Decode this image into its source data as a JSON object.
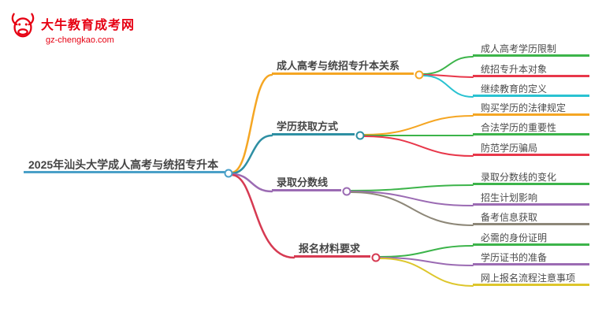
{
  "logo": {
    "title": "大牛教育成考网",
    "subtitle": "gz-chengkao.com",
    "color": "#e60012"
  },
  "central": {
    "label": "2025年汕头大学成人高考与统招专升本",
    "color": "#4aa0c8"
  },
  "branches": [
    {
      "label": "成人高考与统招专升本关系",
      "color": "#f5a623",
      "children": [
        {
          "label": "成人高考学历限制",
          "color": "#3cb44a"
        },
        {
          "label": "统招专升本对象",
          "color": "#e8374a"
        },
        {
          "label": "继续教育的定义",
          "color": "#29c2d1"
        }
      ]
    },
    {
      "label": "学历获取方式",
      "color": "#2e8fa3",
      "children": [
        {
          "label": "购买学历的法律规定",
          "color": "#f5a623"
        },
        {
          "label": "合法学历的重要性",
          "color": "#3cb44a"
        },
        {
          "label": "防范学历骗局",
          "color": "#e8374a"
        }
      ]
    },
    {
      "label": "录取分数线",
      "color": "#9b6bb3",
      "children": [
        {
          "label": "录取分数线的变化",
          "color": "#3cb44a"
        },
        {
          "label": "招生计划影响",
          "color": "#9b6bb3"
        },
        {
          "label": "备考信息获取",
          "color": "#8d8778"
        }
      ]
    },
    {
      "label": "报名材料要求",
      "color": "#d63a52",
      "children": [
        {
          "label": "必需的身份证明",
          "color": "#3cb44a"
        },
        {
          "label": "学历证书的准备",
          "color": "#9b6bb3"
        },
        {
          "label": "网上报名流程注意事项",
          "color": "#ddc62b"
        }
      ]
    }
  ]
}
